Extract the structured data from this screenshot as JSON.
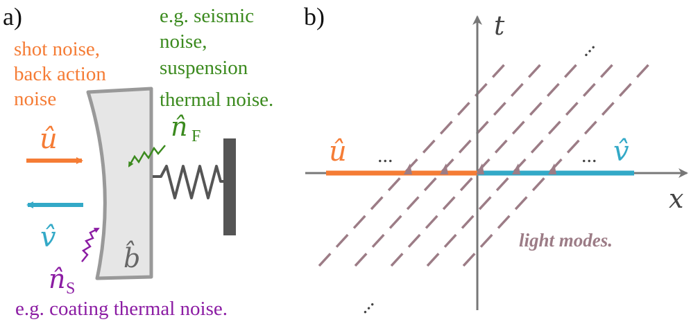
{
  "panel_a": {
    "label": "a)",
    "shot_noise": [
      "shot noise,",
      "back action",
      "noise"
    ],
    "seismic": [
      "e.g. seismic",
      "noise,",
      "suspension",
      "thermal noise."
    ],
    "coating": "e.g. coating thermal noise.",
    "u_symbol": "û",
    "v_symbol": "v̂",
    "b_symbol": "b̂",
    "nF_main": "n̂",
    "nF_sub": "F",
    "nS_main": "n̂",
    "nS_sub": "S"
  },
  "panel_b": {
    "label": "b)",
    "t_axis": "t",
    "x_axis": "x",
    "u_symbol": "û",
    "v_symbol": "v̂",
    "light_modes": "light modes.",
    "ellipsis_top": "...",
    "ellipsis_left": "...",
    "ellipsis_right": "...",
    "ellipsis_bottom": "..."
  },
  "colors": {
    "orange": "#f57c35",
    "blue": "#33a9c7",
    "green": "#3b8a1e",
    "purple": "#8b1ca3",
    "mauve": "#9c7c86",
    "axis": "#777777",
    "mirror_fill": "#e6e6e6",
    "mirror_stroke": "#999999",
    "spring": "#555555",
    "wall": "#555555"
  }
}
